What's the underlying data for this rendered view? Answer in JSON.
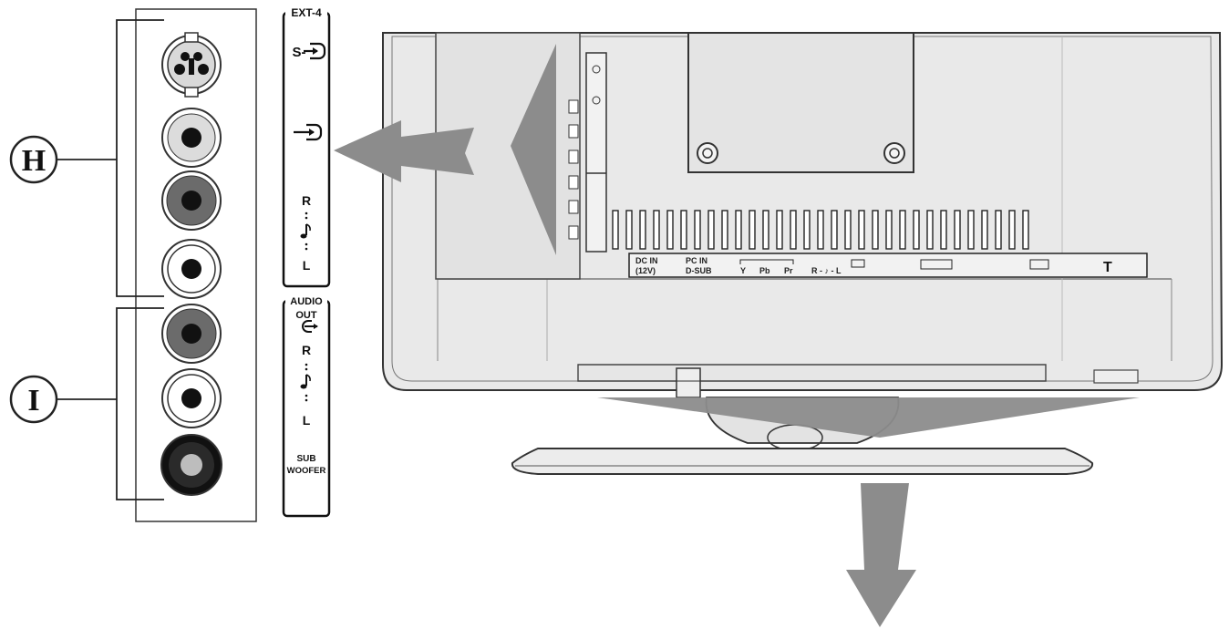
{
  "callouts": {
    "h": "H",
    "i": "I"
  },
  "ext4_panel": {
    "title": "EXT-4",
    "svideo_label": "S-",
    "audio_r": "R",
    "audio_l": "L"
  },
  "audio_out_panel": {
    "title_line1": "AUDIO",
    "title_line2": "OUT",
    "audio_r": "R",
    "audio_l": "L",
    "subwoofer_line1": "SUB",
    "subwoofer_line2": "WOOFER"
  },
  "rear_labels": {
    "dc_in": "DC IN",
    "dc_volt": "(12V)",
    "pc_in": "PC IN",
    "dsub": "D-SUB",
    "y": "Y",
    "pb": "Pb",
    "pr": "Pr",
    "rl": "R - ♪ - L",
    "t": "T"
  },
  "colors": {
    "arrow": "#8c8c8c",
    "jack_red": "#6b6b6b",
    "outline": "#222222"
  }
}
